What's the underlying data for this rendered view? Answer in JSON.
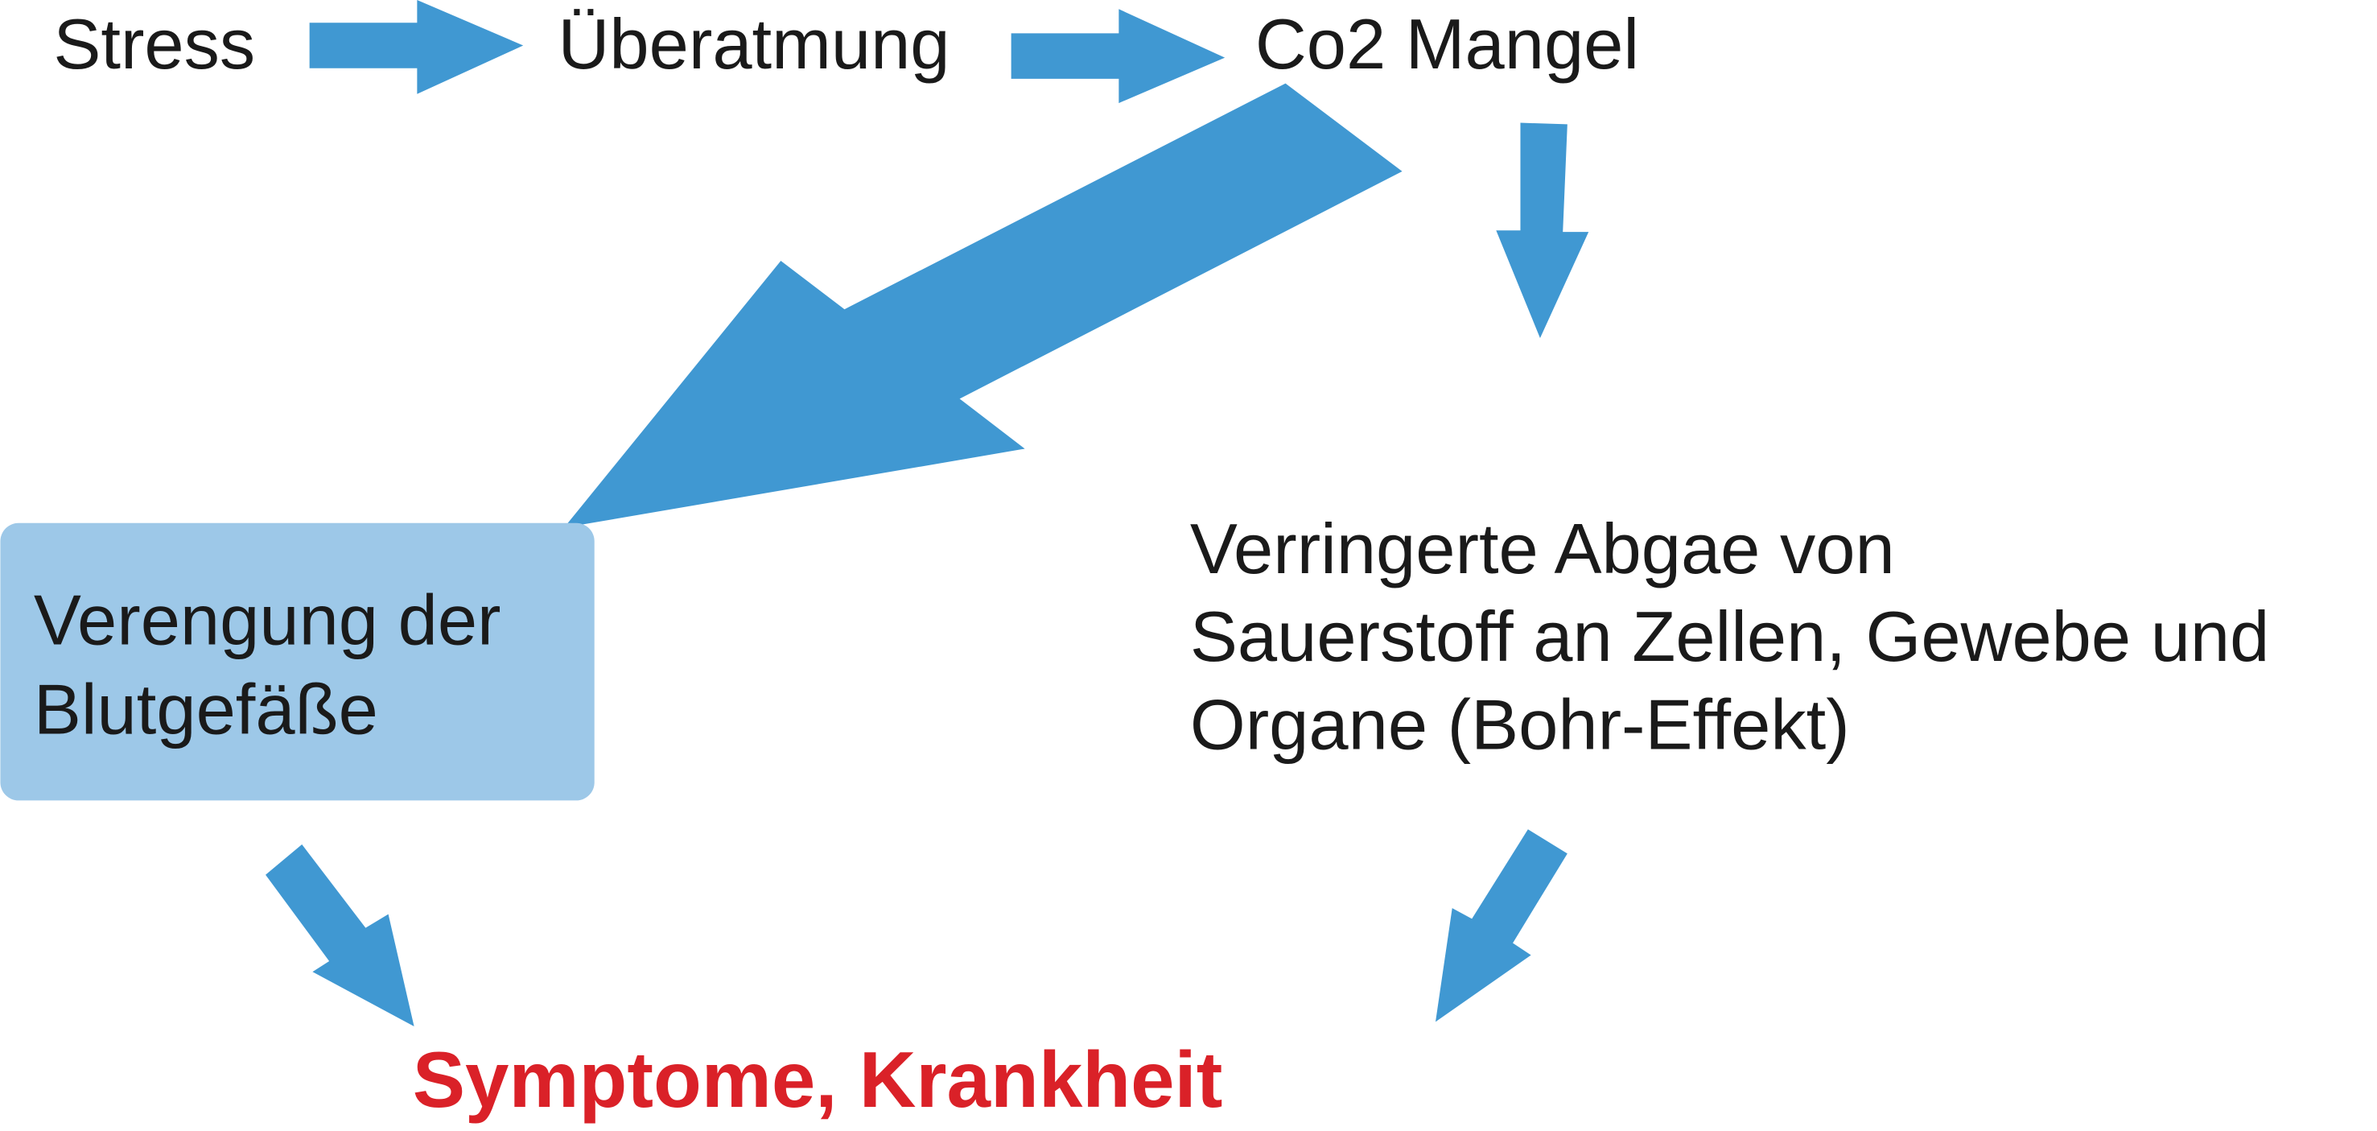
{
  "nodes": {
    "stress": "Stress",
    "ueberatmung": "Überatmung",
    "co2_mangel": "Co2 Mangel",
    "verengung": [
      "Verengung der",
      "Blutgefäße"
    ],
    "sauerstoff": [
      "Verringerte Abgae von",
      "Sauerstoff an Zellen, Gewebe und",
      "Organe (Bohr-Effekt)"
    ],
    "symptome": "Symptome, Krankheit"
  },
  "colors": {
    "arrow": "#4098d2",
    "box": "#9dc8e8",
    "result_text": "#da2128"
  }
}
